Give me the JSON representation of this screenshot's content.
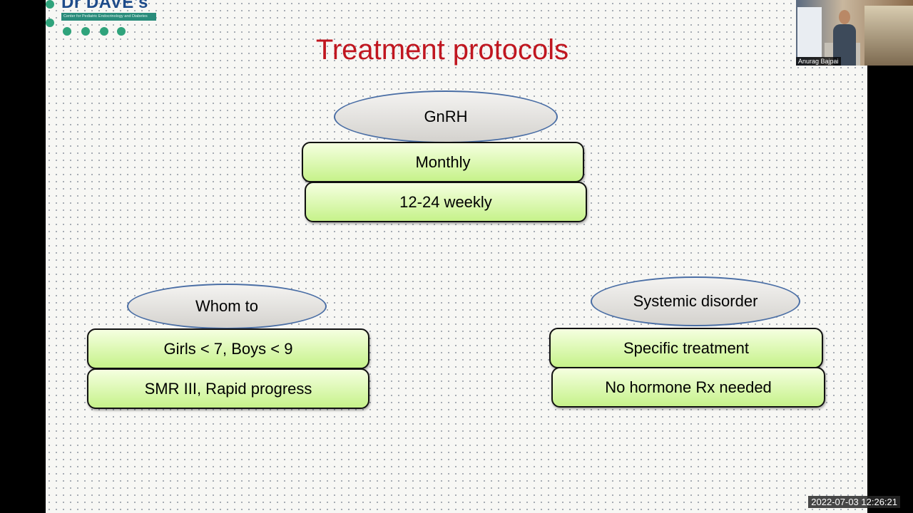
{
  "logo": {
    "name": "Dr DAVE's",
    "subtitle": "Center for Pediatric Endocrinology and Diabetes"
  },
  "slide": {
    "title": "Treatment protocols",
    "groups": [
      {
        "header": "GnRH",
        "items": [
          "Monthly",
          "12-24 weekly"
        ]
      },
      {
        "header": "Whom to",
        "items": [
          "Girls < 7, Boys < 9",
          "SMR III, Rapid progress"
        ]
      },
      {
        "header": "Systemic disorder",
        "items": [
          "Specific treatment",
          "No hormone Rx needed"
        ]
      }
    ]
  },
  "webcam": {
    "speaker_name": "Anurag Bajpai"
  },
  "timestamp": "2022-07-03 12:26:21",
  "colors": {
    "title": "#c0161f",
    "box_fill": "#d8f7a8",
    "oval_border": "#4a6ea5"
  }
}
